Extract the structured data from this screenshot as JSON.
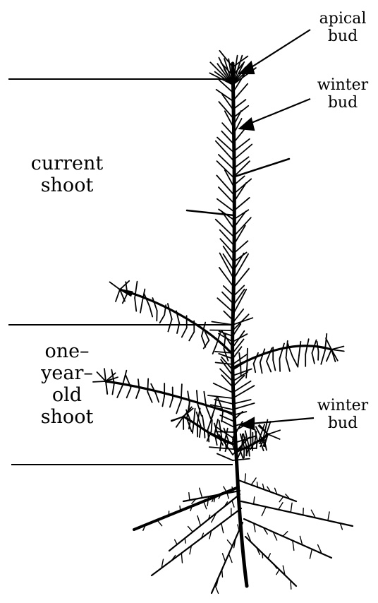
{
  "labels": {
    "apical_bud": [
      "apical",
      "bud"
    ],
    "winter_bud_top": [
      "winter",
      "bud"
    ],
    "current_shoot": [
      "current",
      "shoot"
    ],
    "one_year_old_shoot": [
      "one–",
      "year–",
      "old",
      "shoot"
    ],
    "winter_bud_lower": [
      "winter",
      "bud"
    ]
  },
  "colors": {
    "ink": "#000000",
    "paper": "#ffffff"
  }
}
